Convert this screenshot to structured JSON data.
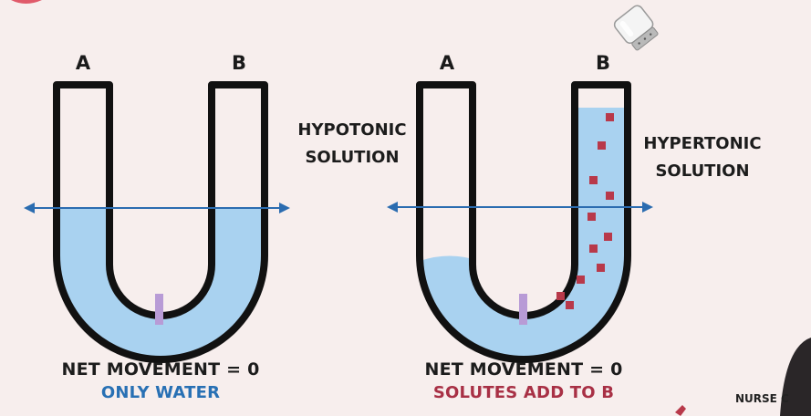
{
  "left_tube": {
    "label_a": "A",
    "label_b": "B",
    "caption_line1": "NET MOVEMENT = 0",
    "caption_line2": "ONLY WATER"
  },
  "right_tube": {
    "label_a": "A",
    "label_b": "B",
    "caption_line1": "NET MOVEMENT = 0",
    "caption_line2": "SOLUTES ADD TO B"
  },
  "hypotonic_label": [
    "HYPOTONIC",
    "SOLUTION"
  ],
  "hypertonic_label": [
    "HYPERTONIC",
    "SOLUTION"
  ],
  "watermark": "NURSE C",
  "colors": {
    "background": "#f7eeed",
    "water": "#a9d2f0",
    "membrane": "#b89bd6",
    "solute": "#b8394a",
    "arrow": "#2b6cb0",
    "caption_blue": "#2870b4",
    "caption_red": "#a83045"
  },
  "icons": [
    "salt-shaker-icon"
  ]
}
